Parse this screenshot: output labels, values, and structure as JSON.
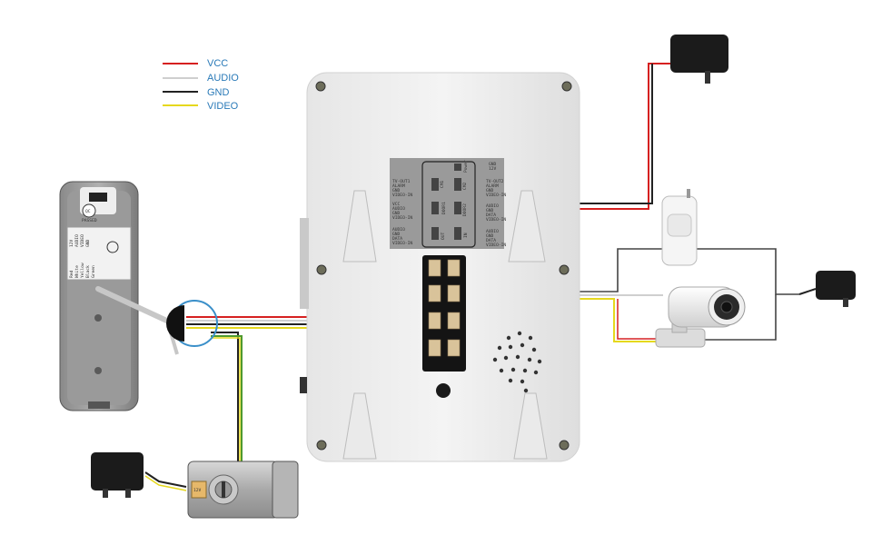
{
  "legend": {
    "vcc": {
      "label": "VCC",
      "color": "#d62020"
    },
    "audio": {
      "label": "AUDIO",
      "color": "#cfcfcf"
    },
    "gnd": {
      "label": "GND",
      "color": "#222222"
    },
    "video": {
      "label": "VIDEO",
      "color": "#e6d81e"
    }
  },
  "panel_labels": {
    "power": "Power",
    "gnd": "GND",
    "v12": "12V",
    "cm1": "CM1",
    "cm2": "CM2",
    "door1": "DOOR1",
    "door2": "DOOR2",
    "out": "OUT",
    "in": "IN",
    "tv_out1": "TV-OUT1",
    "tv_out2": "TV-OUT2",
    "alarm": "ALARM",
    "gnd_l": "GND",
    "video_in": "VIDEO-IN",
    "vcc": "VCC",
    "audio": "AUDIO",
    "data": "DATA"
  },
  "doorbell_label": {
    "logo": "QC",
    "pass": "PASSED",
    "red": "Red",
    "white": "White",
    "yellow": "Yellow",
    "black": "Black",
    "green": "Green",
    "v12": "12V",
    "audio": "AUDIO",
    "video": "VIDEO",
    "gnd": "GND"
  },
  "lock": {
    "tag": "12V"
  }
}
